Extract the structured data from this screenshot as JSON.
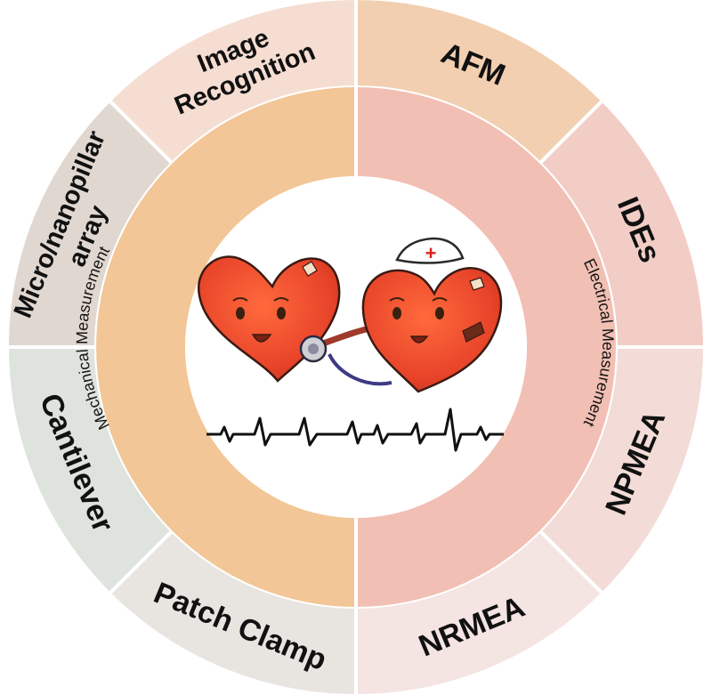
{
  "outer_ring": {
    "segments": [
      {
        "id": "afm",
        "lines": [
          "AFM"
        ],
        "color": "#f2cfb0"
      },
      {
        "id": "ides",
        "lines": [
          "IDEs"
        ],
        "color": "#f2cdc6"
      },
      {
        "id": "npmea",
        "lines": [
          "NPMEA"
        ],
        "color": "#f3dbd7"
      },
      {
        "id": "nrmea",
        "lines": [
          "NRMEA"
        ],
        "color": "#f4e4e2"
      },
      {
        "id": "patch-clamp",
        "lines": [
          "Patch Clamp"
        ],
        "color": "#e8e4e0"
      },
      {
        "id": "cantilever",
        "lines": [
          "Cantilever"
        ],
        "color": "#dfe3de"
      },
      {
        "id": "micronanopillar",
        "lines": [
          "Micro/nanopillar",
          "array"
        ],
        "color": "#e0d7d0"
      },
      {
        "id": "image-recognition",
        "lines": [
          "Image",
          "Recognition"
        ],
        "color": "#f6ddd2"
      }
    ]
  },
  "inner_ring": {
    "left_label": "Mechanical Measurement",
    "right_label": "Electrical Measurement",
    "left_color": "#f2c696",
    "right_color": "#f2bfb4"
  },
  "center": {
    "nurse_cap_symbol": "+",
    "heart_color": "#e8442a",
    "ecg_color": "#111111"
  }
}
